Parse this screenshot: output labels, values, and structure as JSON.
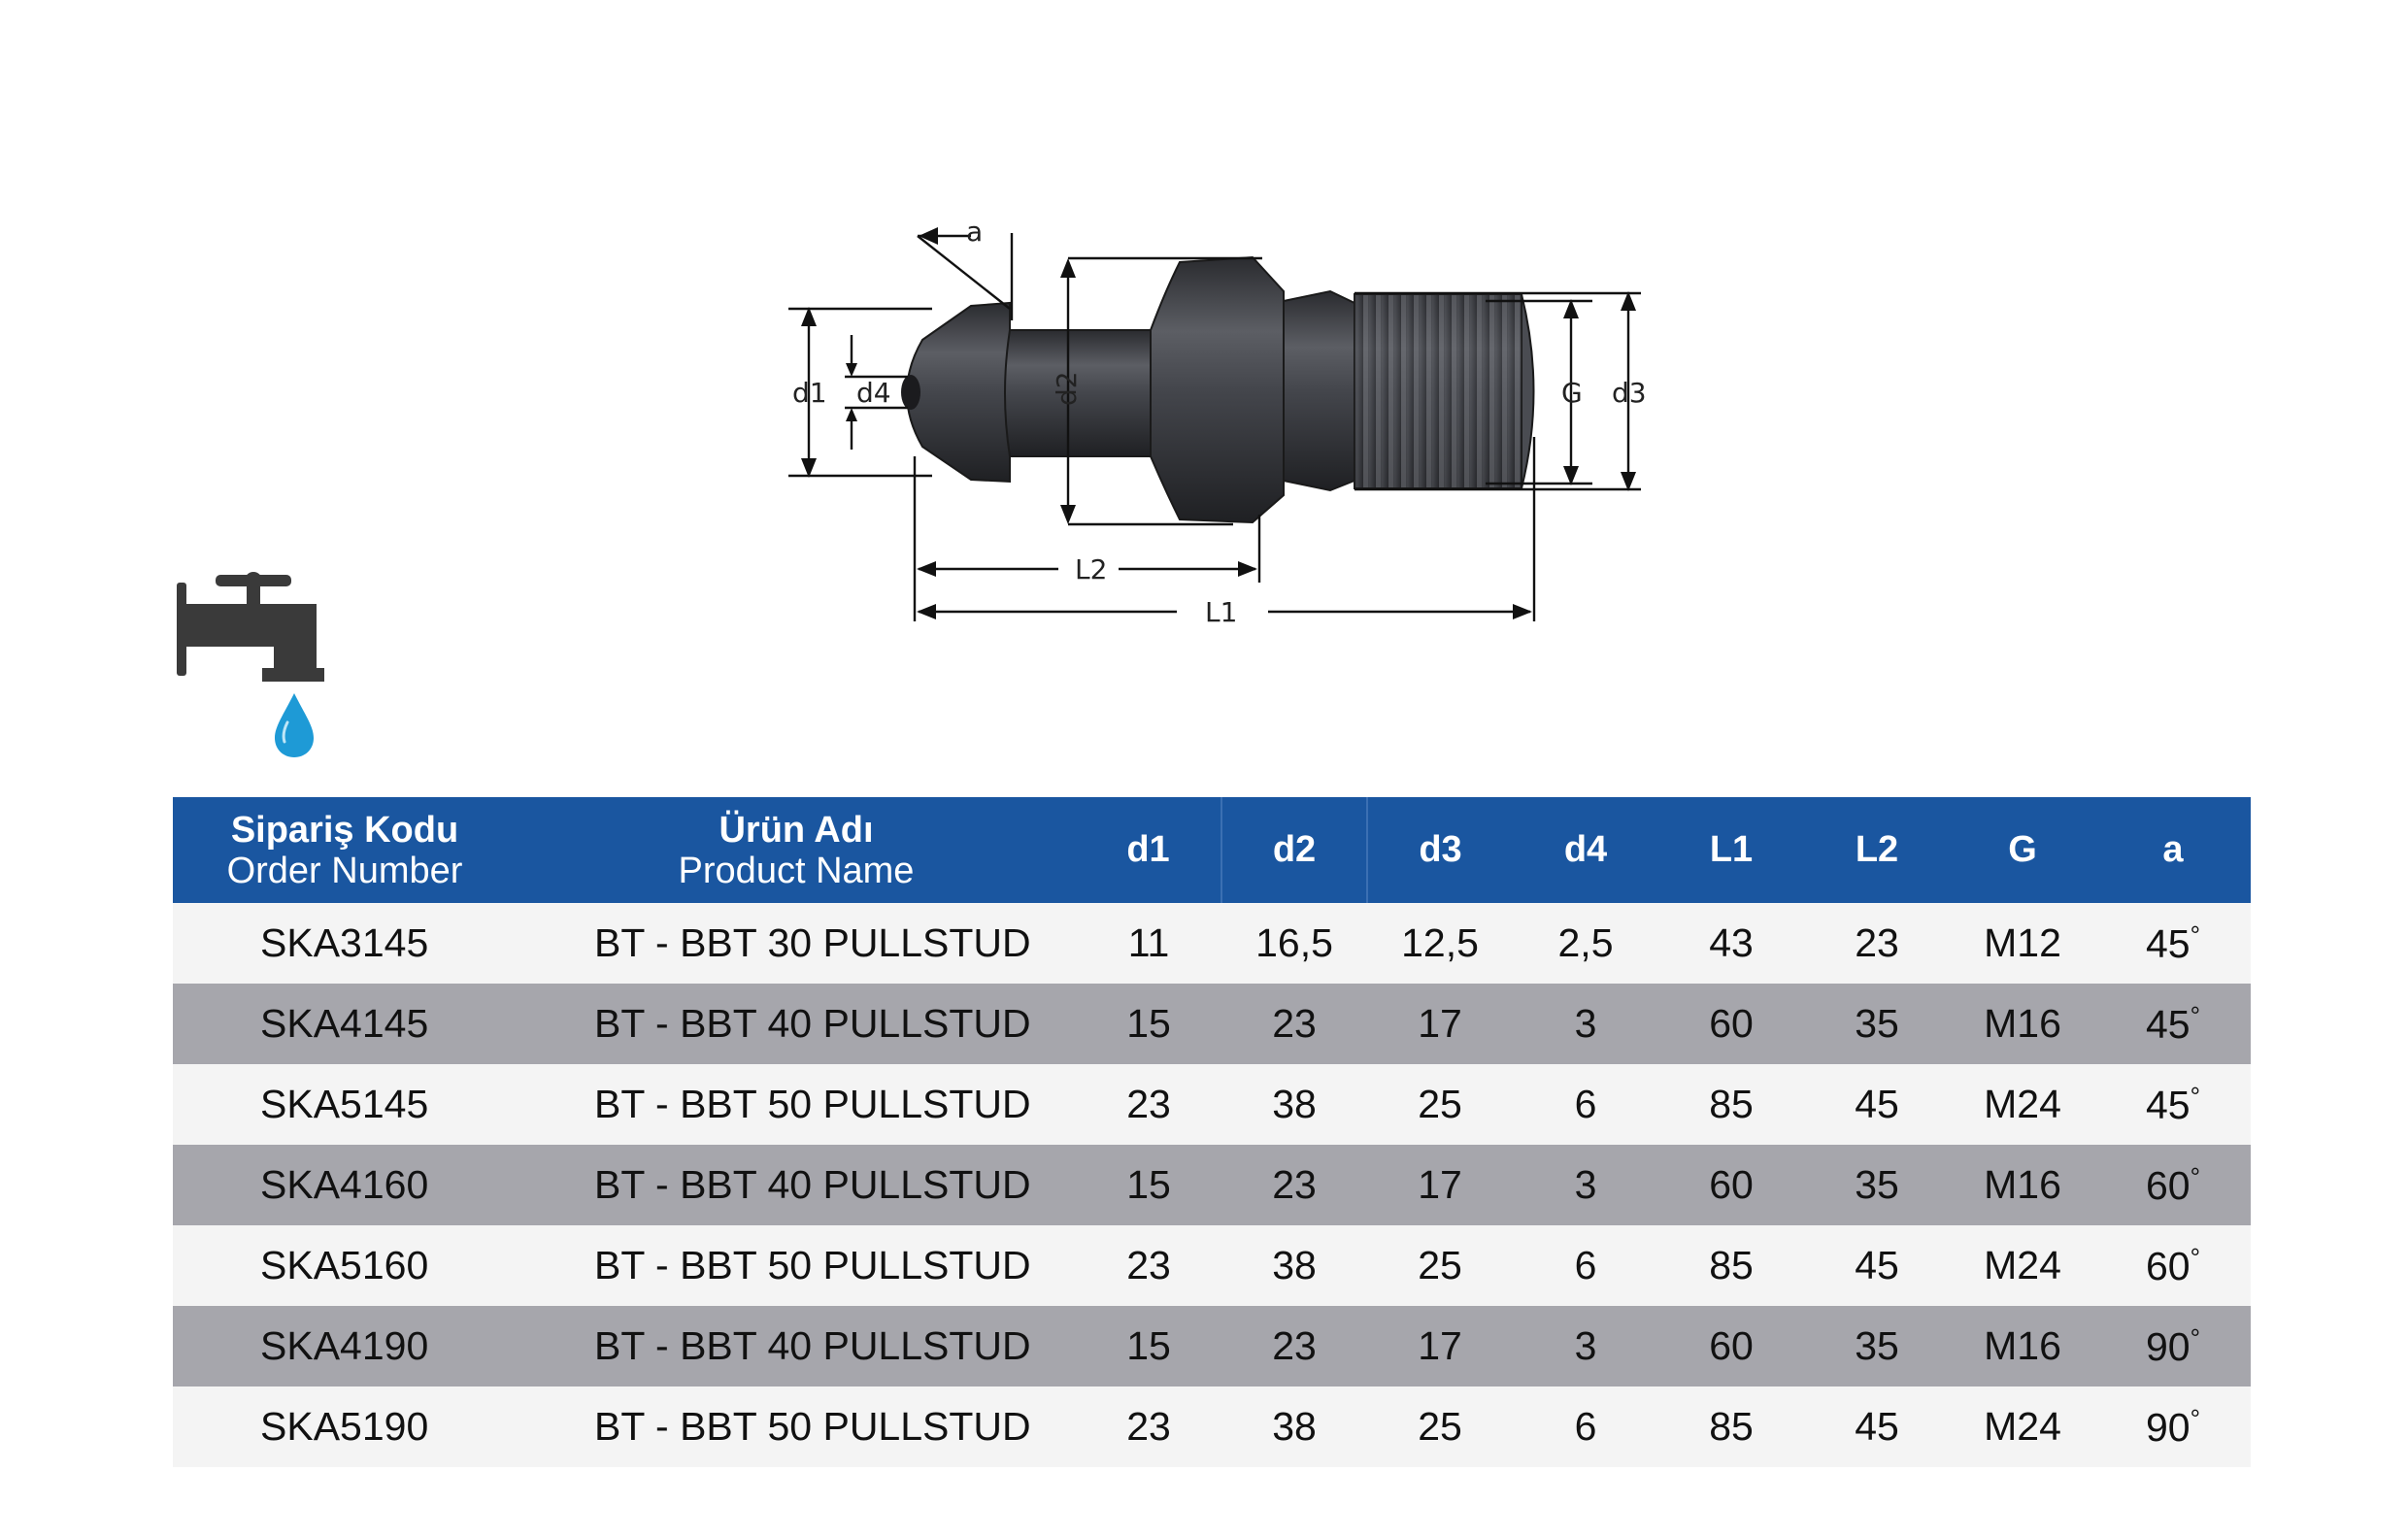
{
  "drawing": {
    "labels": {
      "a": "a",
      "d1": "d1",
      "d4": "d4",
      "d2": "d2",
      "G": "G",
      "d3": "d3",
      "L1": "L1",
      "L2": "L2"
    },
    "icons": [
      "pullstud-drawing",
      "coolant-tap-icon",
      "water-drop-icon"
    ],
    "colors": {
      "tap": "#3a3a3a",
      "drop": "#1e9ad6",
      "part": "#3c3d42"
    }
  },
  "table": {
    "header": {
      "order_tr": "Sipariş Kodu",
      "order_en": "Order Number",
      "name_tr": "Ürün Adı",
      "name_en": "Product Name",
      "cols": [
        "d1",
        "d2",
        "d3",
        "d4",
        "L1",
        "L2",
        "G",
        "a"
      ]
    },
    "rows": [
      {
        "code": "SKA3145",
        "name": "BT - BBT 30 PULLSTUD",
        "d1": "11",
        "d2": "16,5",
        "d3": "12,5",
        "d4": "2,5",
        "L1": "43",
        "L2": "23",
        "G": "M12",
        "a": "45"
      },
      {
        "code": "SKA4145",
        "name": "BT - BBT 40 PULLSTUD",
        "d1": "15",
        "d2": "23",
        "d3": "17",
        "d4": "3",
        "L1": "60",
        "L2": "35",
        "G": "M16",
        "a": "45"
      },
      {
        "code": "SKA5145",
        "name": "BT - BBT 50 PULLSTUD",
        "d1": "23",
        "d2": "38",
        "d3": "25",
        "d4": "6",
        "L1": "85",
        "L2": "45",
        "G": "M24",
        "a": "45"
      },
      {
        "code": "SKA4160",
        "name": "BT - BBT 40 PULLSTUD",
        "d1": "15",
        "d2": "23",
        "d3": "17",
        "d4": "3",
        "L1": "60",
        "L2": "35",
        "G": "M16",
        "a": "60"
      },
      {
        "code": "SKA5160",
        "name": "BT - BBT 50 PULLSTUD",
        "d1": "23",
        "d2": "38",
        "d3": "25",
        "d4": "6",
        "L1": "85",
        "L2": "45",
        "G": "M24",
        "a": "60"
      },
      {
        "code": "SKA4190",
        "name": "BT - BBT 40 PULLSTUD",
        "d1": "15",
        "d2": "23",
        "d3": "17",
        "d4": "3",
        "L1": "60",
        "L2": "35",
        "G": "M16",
        "a": "90"
      },
      {
        "code": "SKA5190",
        "name": "BT - BBT 50 PULLSTUD",
        "d1": "23",
        "d2": "38",
        "d3": "25",
        "d4": "6",
        "L1": "85",
        "L2": "45",
        "G": "M24",
        "a": "90"
      }
    ],
    "degree_mark": "°",
    "colors": {
      "header": "#1a56a0",
      "row_light": "#f4f4f4",
      "row_dark": "#a6a6ac"
    }
  }
}
